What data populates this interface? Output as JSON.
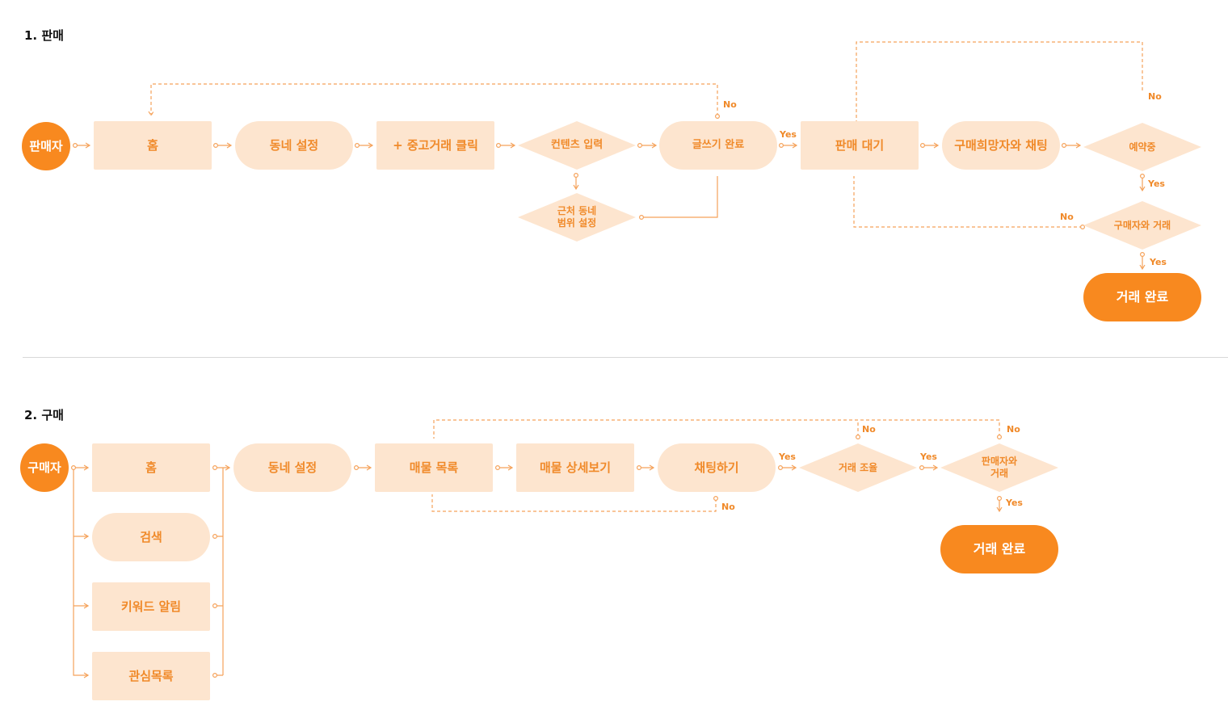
{
  "sections": {
    "sale_title": "1. 판매",
    "buy_title": "2. 구매"
  },
  "sale": {
    "actor": "판매자",
    "home": "홈",
    "neighborhood": "동네 설정",
    "click_used": "+ 중고거래 클릭",
    "content_input": "컨텐츠 입력",
    "range_line1": "근처 동네",
    "range_line2": "범위 설정",
    "post_done": "글쓰기 완료",
    "waiting": "판매 대기",
    "chat": "구매희망자와 채팅",
    "reserved": "예약중",
    "deal_with_buyer": "구매자와 거래",
    "complete": "거래 완료"
  },
  "buy": {
    "actor": "구매자",
    "home": "홈",
    "neighborhood": "동네 설정",
    "search": "검색",
    "keyword_alert": "키워드 알림",
    "watchlist": "관심목록",
    "listing": "매물 목록",
    "detail": "매물 상세보기",
    "chatting": "채팅하기",
    "negotiate": "거래 조율",
    "deal_line1": "판매자와",
    "deal_line2": "거래",
    "complete": "거래 완료"
  },
  "labels": {
    "yes": "Yes",
    "no": "No"
  },
  "colors": {
    "accent": "#f8891f",
    "node_fill": "#fde5cf",
    "node_text": "#f08a2a",
    "line": "#f5a25a"
  }
}
